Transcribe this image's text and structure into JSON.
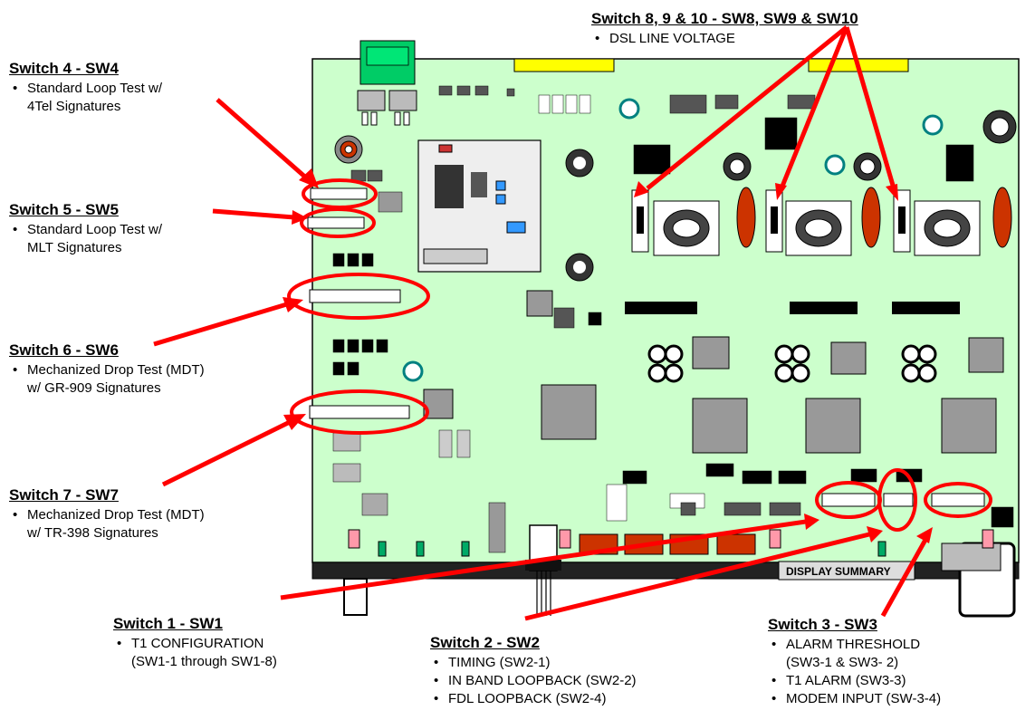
{
  "callouts": {
    "sw4": {
      "title": "Switch 4  -  SW4",
      "bullets": [
        "Standard Loop Test w/",
        "4Tel Signatures"
      ]
    },
    "sw5": {
      "title": "Switch 5  -  SW5",
      "bullets": [
        "Standard Loop Test w/",
        "MLT Signatures"
      ]
    },
    "sw6": {
      "title": "Switch 6  -  SW6",
      "bullets": [
        "Mechanized Drop Test (MDT)",
        "w/ GR-909 Signatures"
      ]
    },
    "sw7": {
      "title": "Switch 7  -  SW7",
      "bullets": [
        "Mechanized Drop Test (MDT)",
        "w/ TR-398 Signatures"
      ]
    },
    "sw1": {
      "title": "Switch 1  -  SW1",
      "bullets": [
        "T1 CONFIGURATION",
        "(SW1-1 through SW1-8)"
      ]
    },
    "sw2": {
      "title": "Switch 2  -  SW2",
      "bullets": [
        "TIMING  (SW2-1)",
        "IN BAND LOOPBACK (SW2-2)",
        "FDL LOOPBACK (SW2-4)"
      ]
    },
    "sw3": {
      "title": "Switch 3  -  SW3",
      "bullets": [
        "ALARM THRESHOLD",
        "(SW3-1 & SW3- 2)",
        "T1 ALARM  (SW3-3)",
        "MODEM INPUT  (SW-3-4)"
      ]
    },
    "sw8": {
      "title": "Switch 8, 9 & 10  -  SW8, SW9 & SW10",
      "bullets": [
        "DSL LINE VOLTAGE"
      ]
    }
  },
  "board": {
    "display_summary_label": "DISPLAY SUMMARY"
  },
  "colors": {
    "board": "#ccffcc",
    "arrow": "#ff0000",
    "outline": "#000000",
    "connector": "#00cc66",
    "gold": "#ffff00",
    "copper": "#cc3300"
  }
}
